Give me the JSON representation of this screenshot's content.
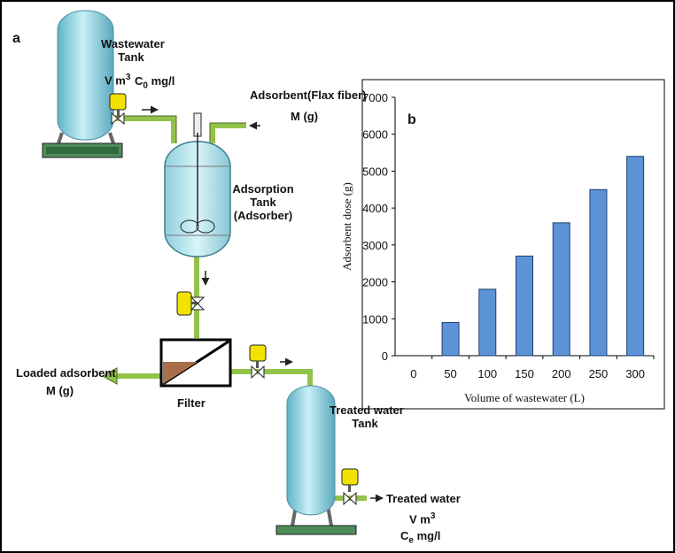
{
  "panels": {
    "a": "a",
    "b": "b"
  },
  "labels": {
    "wastewater_tank": [
      "Wastewater",
      "Tank"
    ],
    "v_m": "V m",
    "v_sup": "3",
    "c0": "C",
    "c0_sub": "0",
    "c0_unit": "mg/l",
    "adsorbent": "Adsorbent(Flax fiber)",
    "adsorbent_mass": "M (g)",
    "adsorption_tank": [
      "Adsorption",
      "Tank",
      "(Adsorber)"
    ],
    "loaded_adsorbent": "Loaded adsorbent",
    "loaded_mass": "M (g)",
    "filter": "Filter",
    "treated_tank": [
      "Treated water",
      "Tank"
    ],
    "treated_water": "Treated  water",
    "treated_v": "V m",
    "treated_v_sup": "3",
    "ce": "C",
    "ce_sub": "e",
    "ce_unit": "mg/l"
  },
  "colors": {
    "tank": "#8fd3e0",
    "pipe": "#93c24a",
    "valve": "#f2e200",
    "base": "#4e8c5a",
    "bar": "#5b93d6",
    "sludge": "#a8704a"
  },
  "chart_data": {
    "type": "bar",
    "categories": [
      "0",
      "50",
      "100",
      "150",
      "200",
      "250",
      "300"
    ],
    "values": [
      0,
      900,
      1800,
      2700,
      3600,
      4500,
      5400
    ],
    "xlabel": "Volume of wastewater (L)",
    "ylabel": "Adsorbent dose (g)",
    "ylim": [
      0,
      7000
    ],
    "yticks": [
      "0",
      "1000",
      "2000",
      "3000",
      "4000",
      "5000",
      "6000",
      "7000"
    ],
    "grid": false
  }
}
